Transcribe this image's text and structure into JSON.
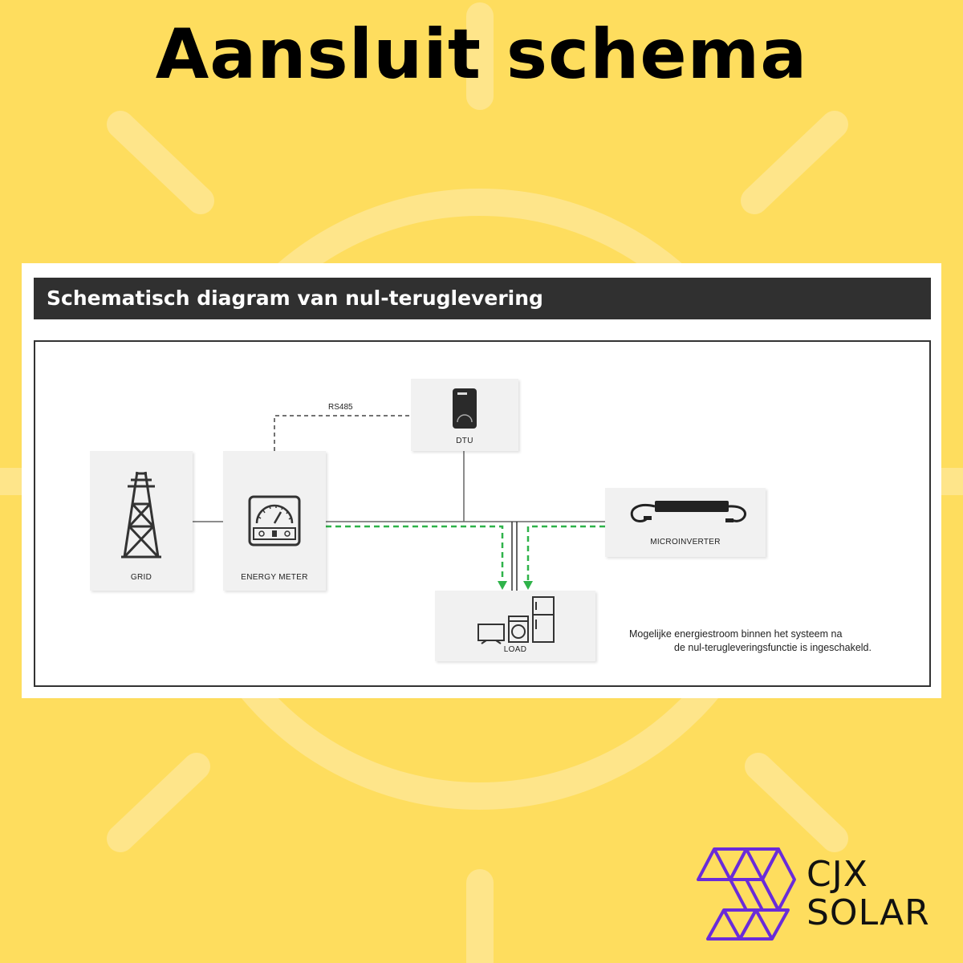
{
  "title": "Aansluit schema",
  "diagram": {
    "header": "Schematisch diagram van nul-teruglevering",
    "bus_label": "RS485",
    "nodes": {
      "grid": "GRID",
      "energy_meter": "ENERGY METER",
      "dtu": "DTU",
      "microinverter": "MICROINVERTER",
      "load": "LOAD"
    },
    "note_line1": "Mogelijke energiestroom binnen het systeem na",
    "note_line2": "de nul-terugleveringsfunctie is ingeschakeld."
  },
  "brand": {
    "line1": "CJX",
    "line2": "SOLAR"
  },
  "colors": {
    "background": "#fedd5e",
    "accent_green": "#2fb34a",
    "logo_purple": "#6a2bd9"
  }
}
